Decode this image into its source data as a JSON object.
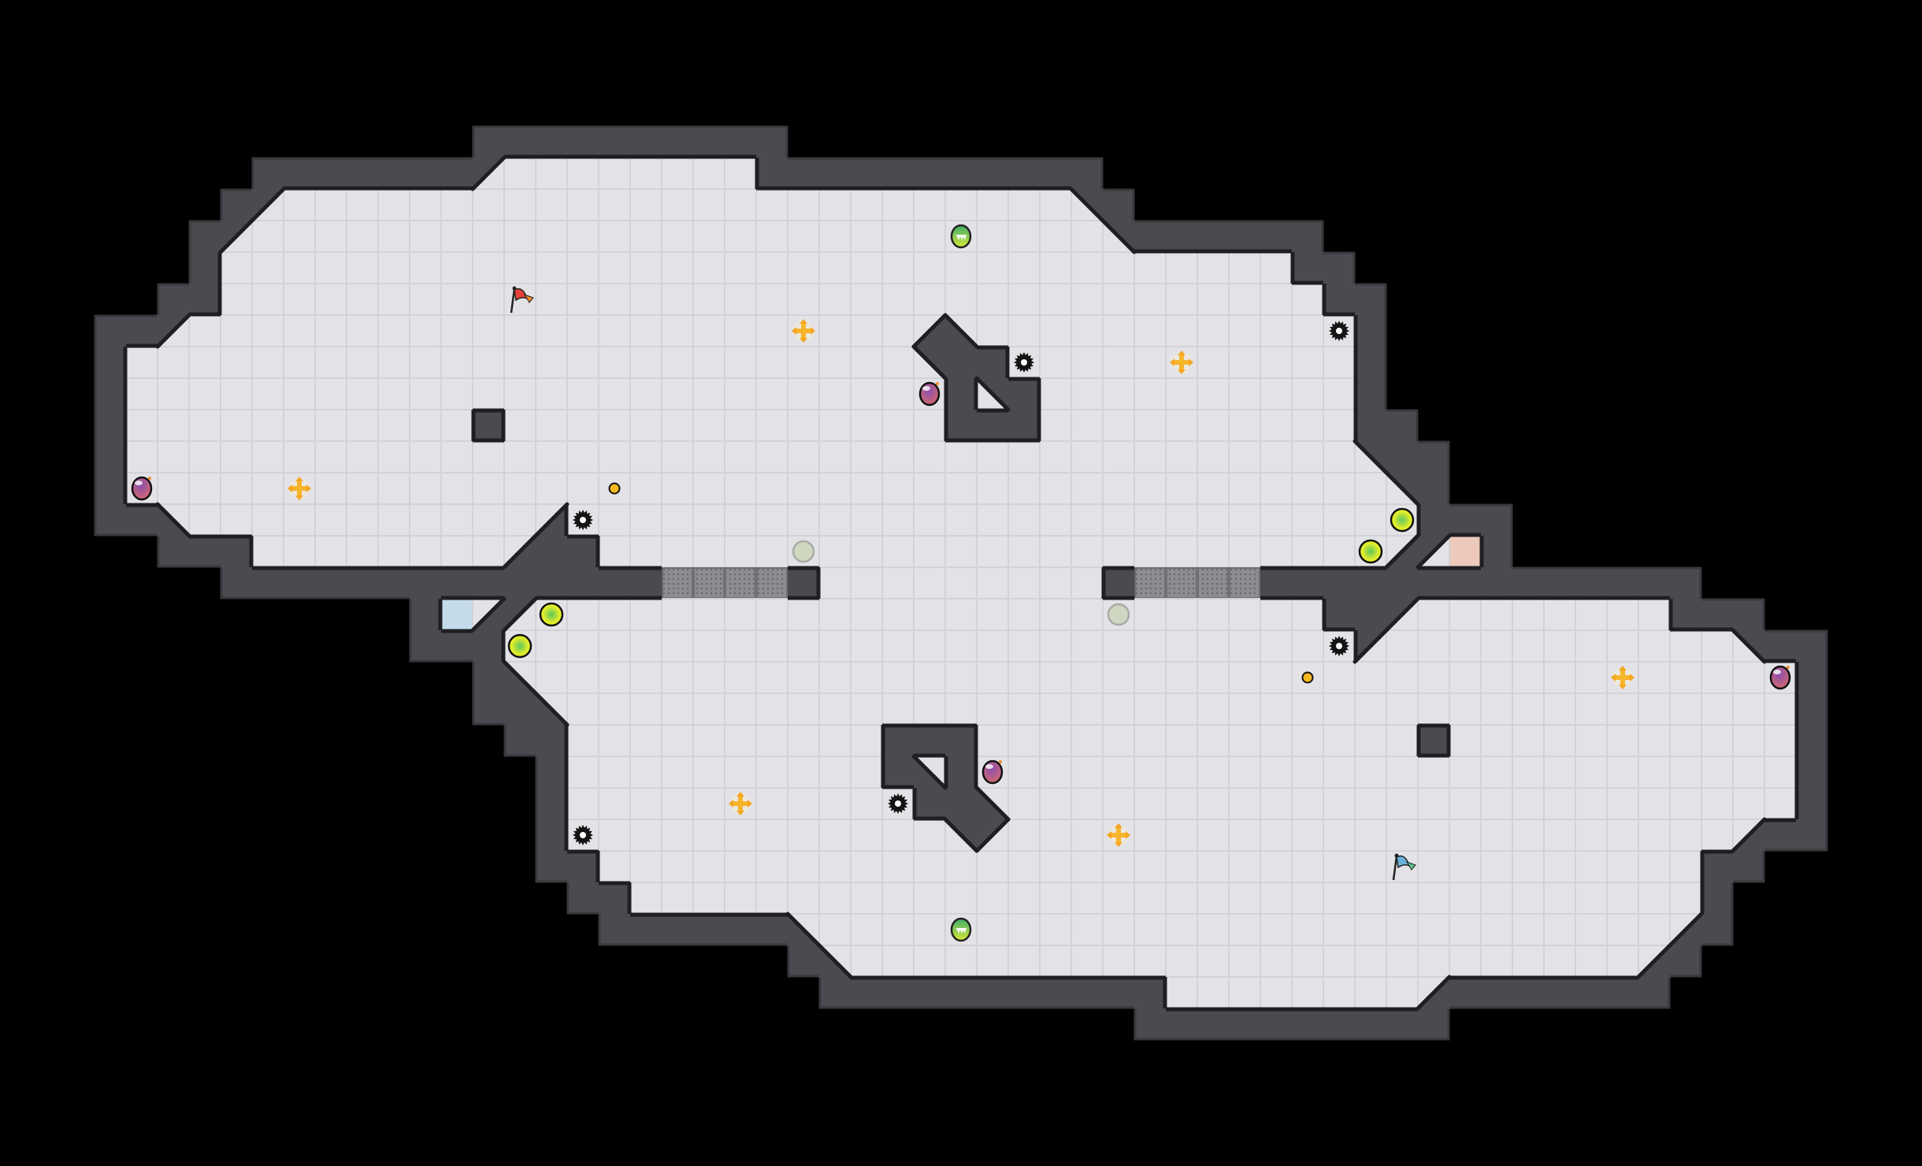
{
  "colors": {
    "background": "#000000",
    "floor": "#e3e3e7",
    "floor_grid": "#d2d2d7",
    "wall": "#4a4a50",
    "wall_edge": "#1f1f23",
    "gate": "#8d8d91",
    "red_team_tile": "#ecc9bb",
    "blue_team_tile": "#c5dbe9",
    "red_flag": "#e8413a",
    "blue_flag": "#6ab0d8",
    "boost_pad": "#f7b52c",
    "spike": "#141414",
    "bomb": "#9a4fa6",
    "powerup": "#4cbf5a",
    "coin": "#f5b820",
    "button": "#cfd7c0",
    "yellow_ball": "#e9ef26"
  },
  "icons": {
    "red_flag": "red-flag-icon",
    "blue_flag": "blue-flag-icon",
    "boost_pad": "boost-cross-icon",
    "spike": "spike-gear-icon",
    "bomb": "bomb-icon",
    "powerup": "powerup-icon",
    "coin": "coin-icon",
    "button": "button-icon",
    "yellow_ball": "yellow-ball-icon",
    "gate": "gate-tile",
    "red_team_tile": "red-team-tile",
    "blue_team_tile": "blue-team-tile"
  }
}
